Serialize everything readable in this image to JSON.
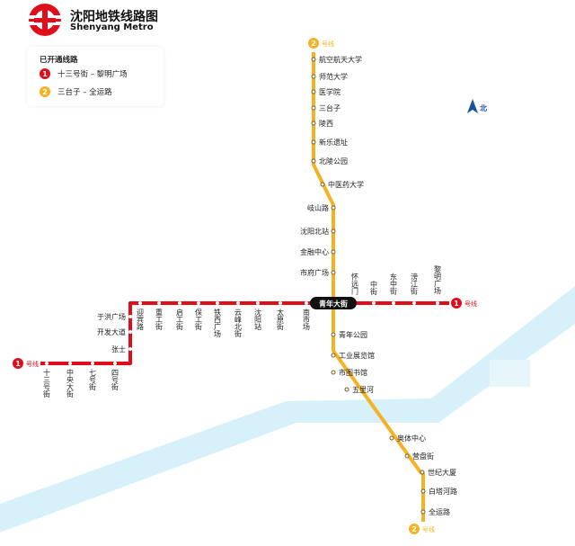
{
  "header": {
    "title": "沈阳地铁线路图",
    "subtitle": "Shenyang Metro"
  },
  "legend": {
    "title": "已开通线路",
    "lines": [
      {
        "num": "1",
        "text": "十三号街 – 黎明广场",
        "color": "#e00d1a"
      },
      {
        "num": "2",
        "text": "三台子 – 全运路",
        "color": "#f5b223"
      }
    ]
  },
  "compass": {
    "label": "北"
  },
  "line1": {
    "num": "1",
    "label": "号线",
    "color": "#e00d1a",
    "stations": [
      "十三号街",
      "中央大街",
      "七号街",
      "四号街",
      "张士",
      "开发大道",
      "于洪广场",
      "迎宾路",
      "重工街",
      "启工街",
      "保工街",
      "铁西广场",
      "云峰北街",
      "沈阳站",
      "太原街",
      "南市场",
      "青年大街",
      "怀远门",
      "中街",
      "东中街",
      "滂江街",
      "黎明广场"
    ]
  },
  "line2": {
    "num": "2",
    "label": "号线",
    "color": "#f5b223",
    "stations": [
      "航空航天大学",
      "师范大学",
      "医学院",
      "三台子",
      "陵西",
      "新乐遗址",
      "北陵公园",
      "中医药大学",
      "岐山路",
      "沈阳北站",
      "金融中心",
      "市府广场",
      "青年大街",
      "青年公园",
      "工业展览馆",
      "市图书馆",
      "五里河",
      "奥体中心",
      "营盘街",
      "世纪大厦",
      "白塔河路",
      "全运路"
    ]
  },
  "interchange": "青年大街",
  "river_color": "#d6f1fa"
}
